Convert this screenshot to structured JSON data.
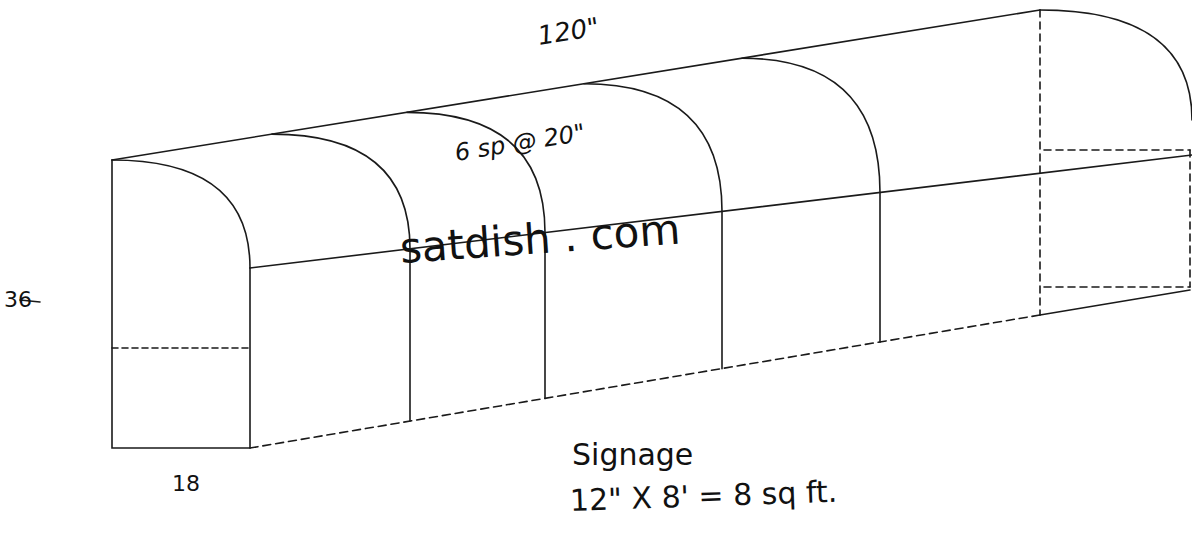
{
  "diagram": {
    "labels": [
      "120\"",
      "6 sp @ 20\"",
      "36",
      "18",
      "satdish . com",
      "Signage",
      "12\" X 8' = 8 sq ft."
    ]
  }
}
